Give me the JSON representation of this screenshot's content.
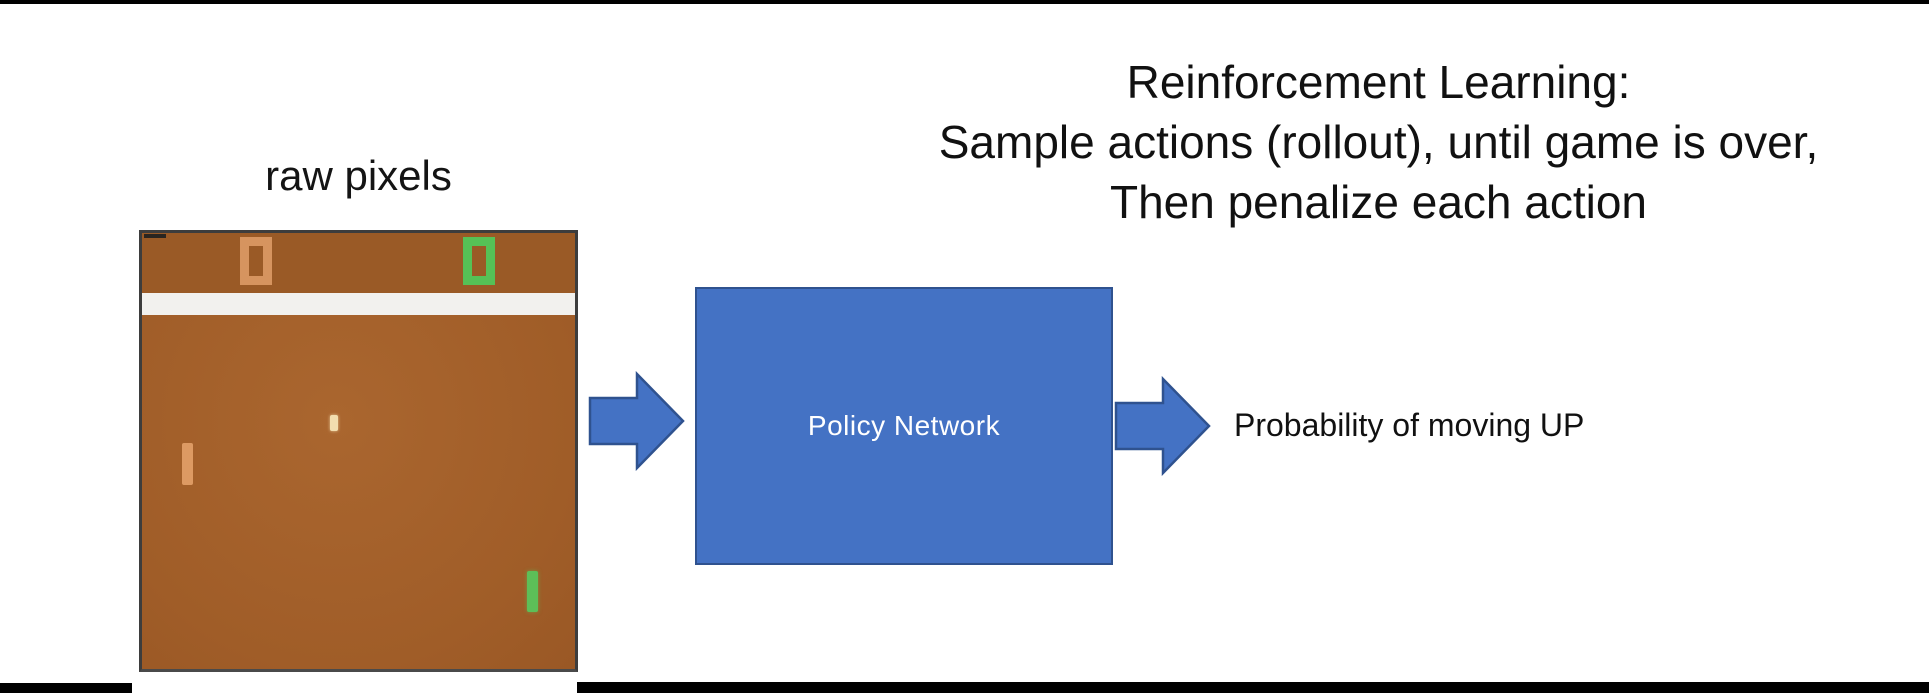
{
  "title": {
    "line1": "Reinforcement Learning:",
    "line2": "Sample actions (rollout), until game is over,",
    "line3": "Then penalize each action"
  },
  "labels": {
    "raw_pixels": "raw pixels",
    "policy_network": "Policy Network",
    "probability_of_moving_up": "Probability of moving UP"
  },
  "pong_screenshot": {
    "description": "Atari Pong game frame used as raw pixel input",
    "score_left": "0",
    "score_right": "0",
    "elements": [
      "left-score-digit",
      "right-score-digit",
      "center-white-line",
      "ball",
      "left-paddle",
      "right-paddle"
    ]
  },
  "colors": {
    "accent_blue": "#4472c4",
    "accent_blue_border": "#2f528f",
    "pong_field_brown": "#a5612b",
    "pong_score_band_brown": "#9a5a26",
    "pong_white_line": "#f2f1ee",
    "pong_orange_paddle": "#dd9a63",
    "pong_orange_score": "#d6945f",
    "pong_green_paddle": "#5dbf58",
    "pong_green_score": "#56c156",
    "pong_ball_cream": "#f2ddae",
    "letterbox_black": "#000000",
    "text_black": "#111111"
  }
}
